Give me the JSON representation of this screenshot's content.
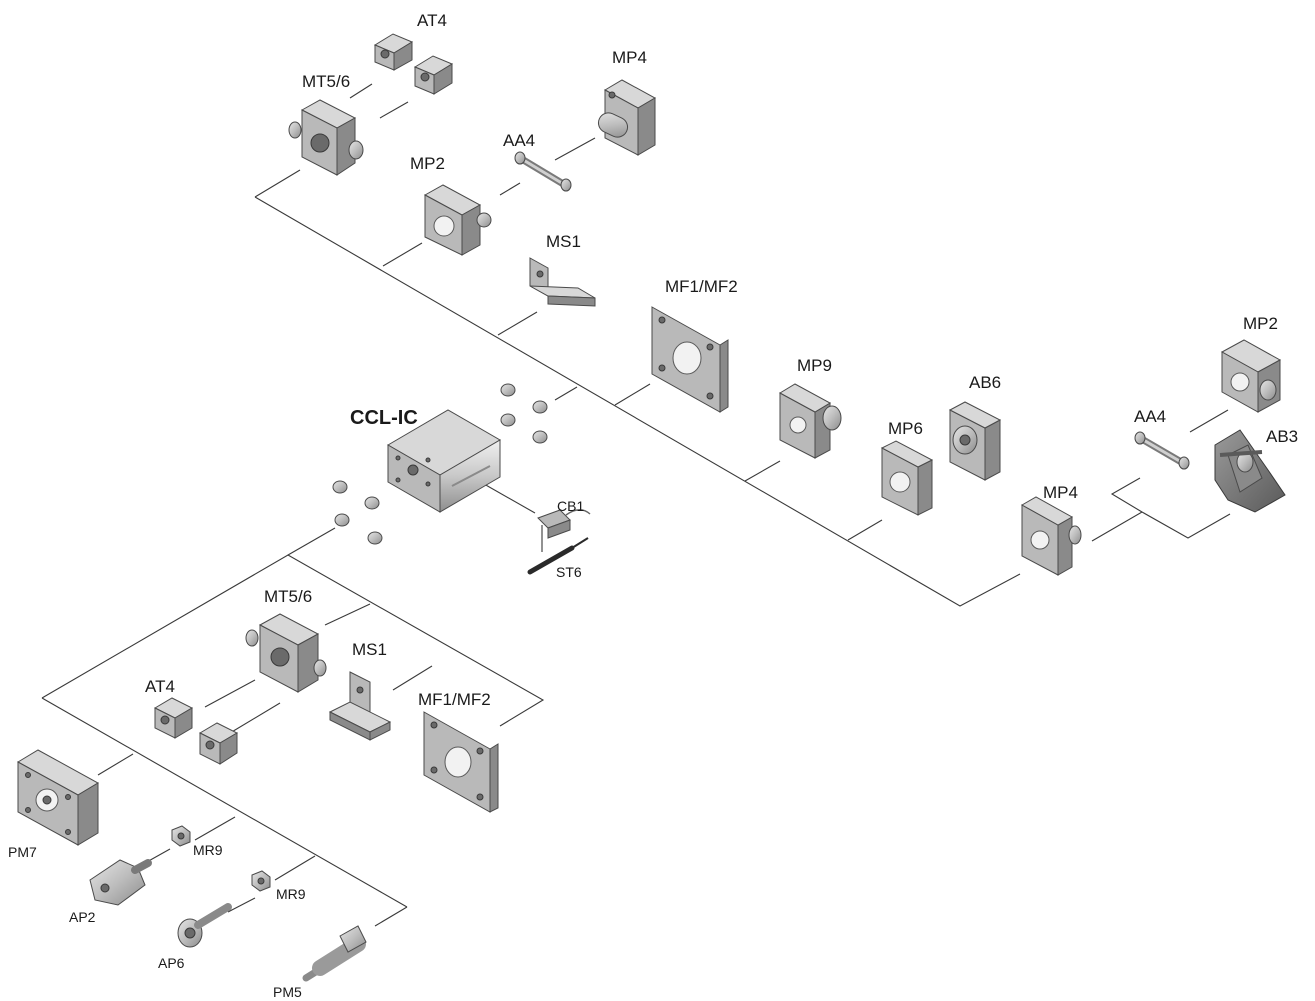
{
  "title": "CCL-IC",
  "labels": {
    "at4_top": "AT4",
    "mt56_top": "MT5/6",
    "mp4_top": "MP4",
    "aa4_top": "AA4",
    "mp2_top": "MP2",
    "ms1_top": "MS1",
    "mf_top": "MF1/MF2",
    "mp9": "MP9",
    "ab6": "AB6",
    "mp6": "MP6",
    "mp2_right": "MP2",
    "aa4_right": "AA4",
    "ab3": "AB3",
    "mp4_right": "MP4",
    "cb1": "CB1",
    "st6": "ST6",
    "mt56_bottom": "MT5/6",
    "ms1_bottom": "MS1",
    "at4_bottom": "AT4",
    "mf_bottom": "MF1/MF2",
    "pm7": "PM7",
    "mr9_a": "MR9",
    "ap2": "AP2",
    "mr9_b": "MR9",
    "ap6": "AP6",
    "pm5": "PM5"
  }
}
